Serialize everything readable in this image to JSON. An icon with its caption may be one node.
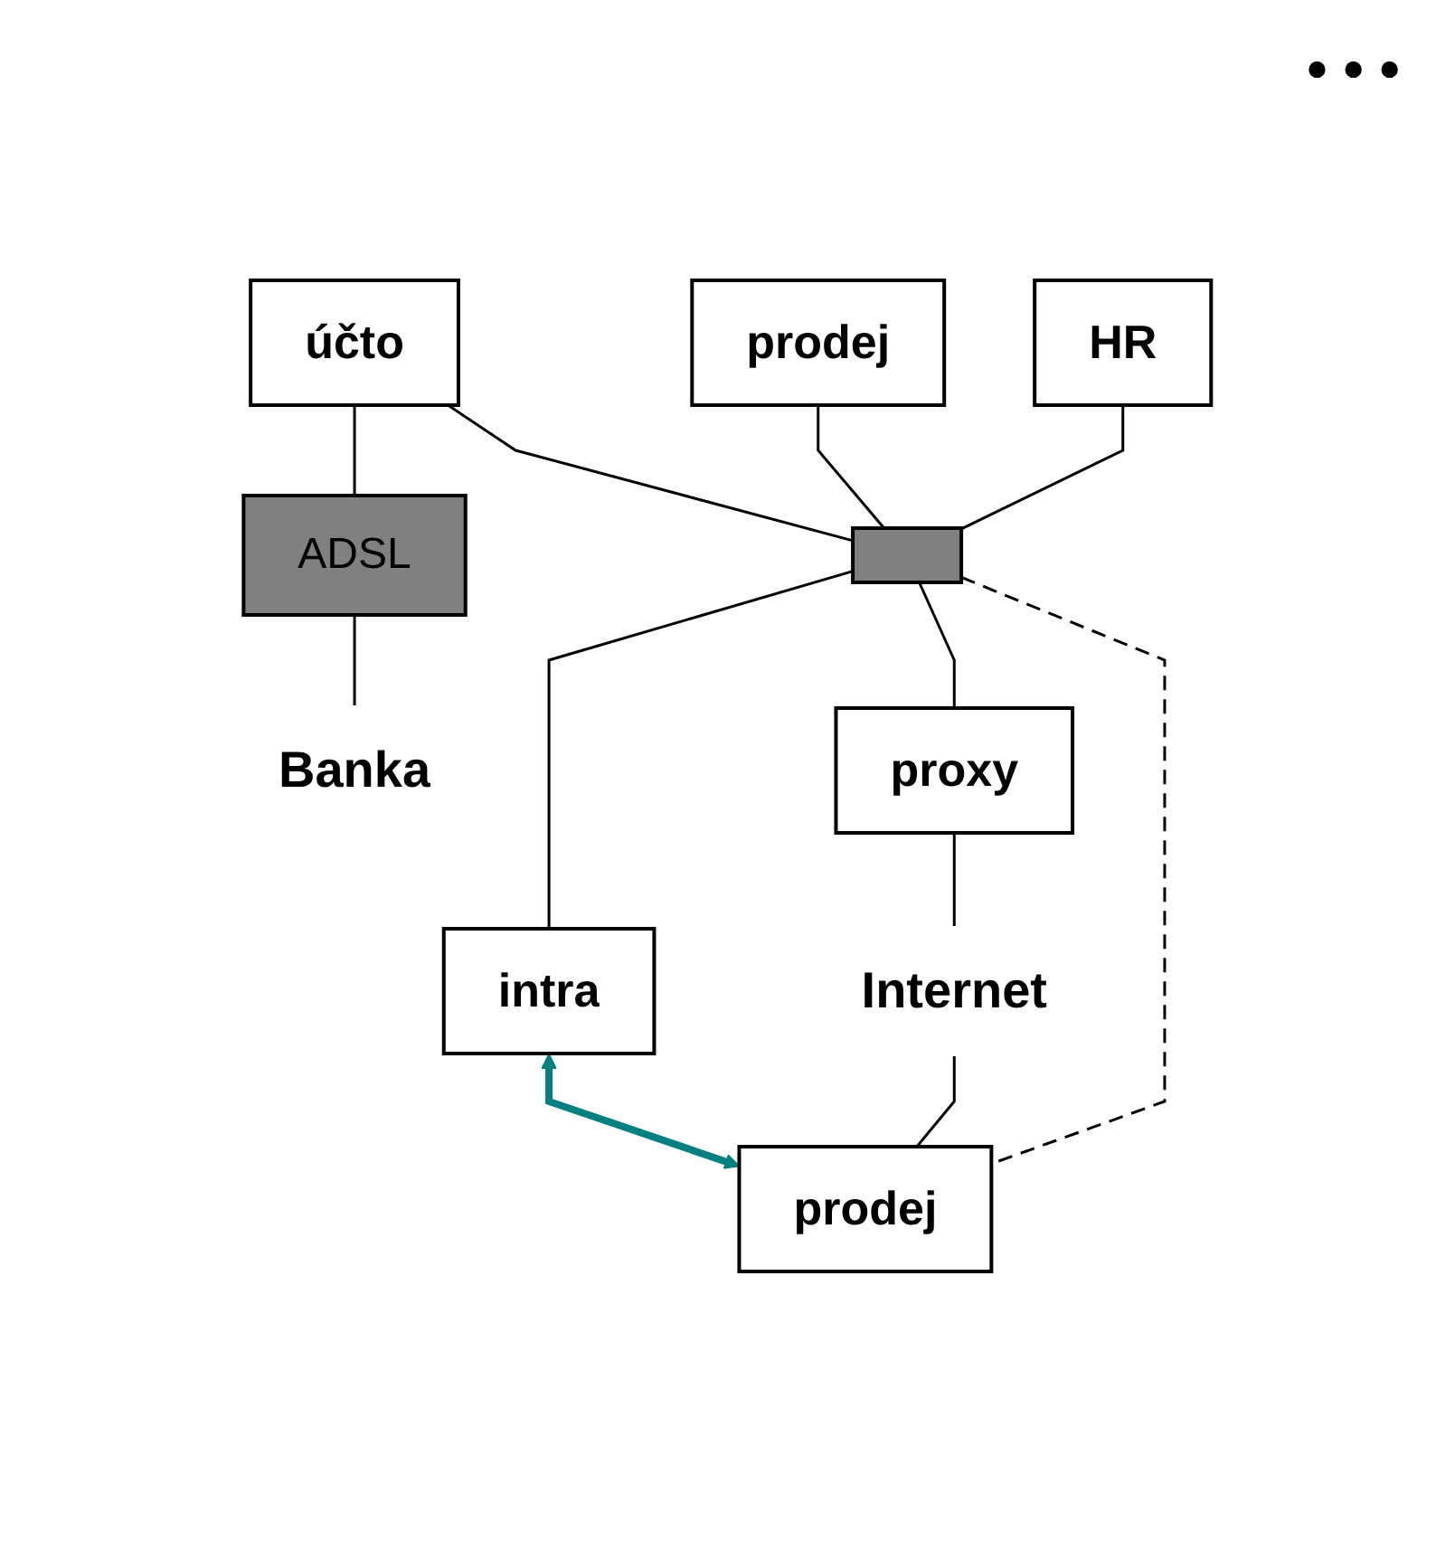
{
  "diagram": {
    "nodes": [
      {
        "text": [
          "účto"
        ]
      },
      {
        "text": [
          "prodej"
        ]
      },
      {
        "text": [
          "HR"
        ]
      },
      {
        "text": [
          "ADSL"
        ]
      },
      {
        "text": [],
        "shape": "box"
      },
      {
        "text": [
          "intra"
        ]
      },
      {
        "text": [
          "proxy"
        ]
      },
      {
        "text": [
          "Banka"
        ]
      },
      {
        "text": [
          "Internet"
        ]
      },
      {
        "text": [
          "prodej"
        ]
      }
    ],
    "edges": [
      {
        "from": 0,
        "to": 3,
        "arrow": "none"
      },
      {
        "from": 3,
        "to": 7,
        "arrow": "none"
      },
      {
        "from": 0,
        "to": 4,
        "arrow": "none"
      },
      {
        "from": 1,
        "to": 4,
        "arrow": "none"
      },
      {
        "from": 2,
        "to": 4,
        "arrow": "none"
      },
      {
        "from": 4,
        "to": 5,
        "arrow": "none"
      },
      {
        "from": 4,
        "to": 6,
        "arrow": "none"
      },
      {
        "from": 6,
        "to": 8,
        "arrow": "none"
      },
      {
        "from": 8,
        "to": 9,
        "arrow": "none"
      },
      {
        "from": 4,
        "to": 9,
        "arrow": "none",
        "style": "dashed"
      },
      {
        "from": 5,
        "to": 9,
        "arrow": "both",
        "style": "thick",
        "color": "#008080"
      }
    ],
    "labels": [
      "• • •"
    ]
  }
}
